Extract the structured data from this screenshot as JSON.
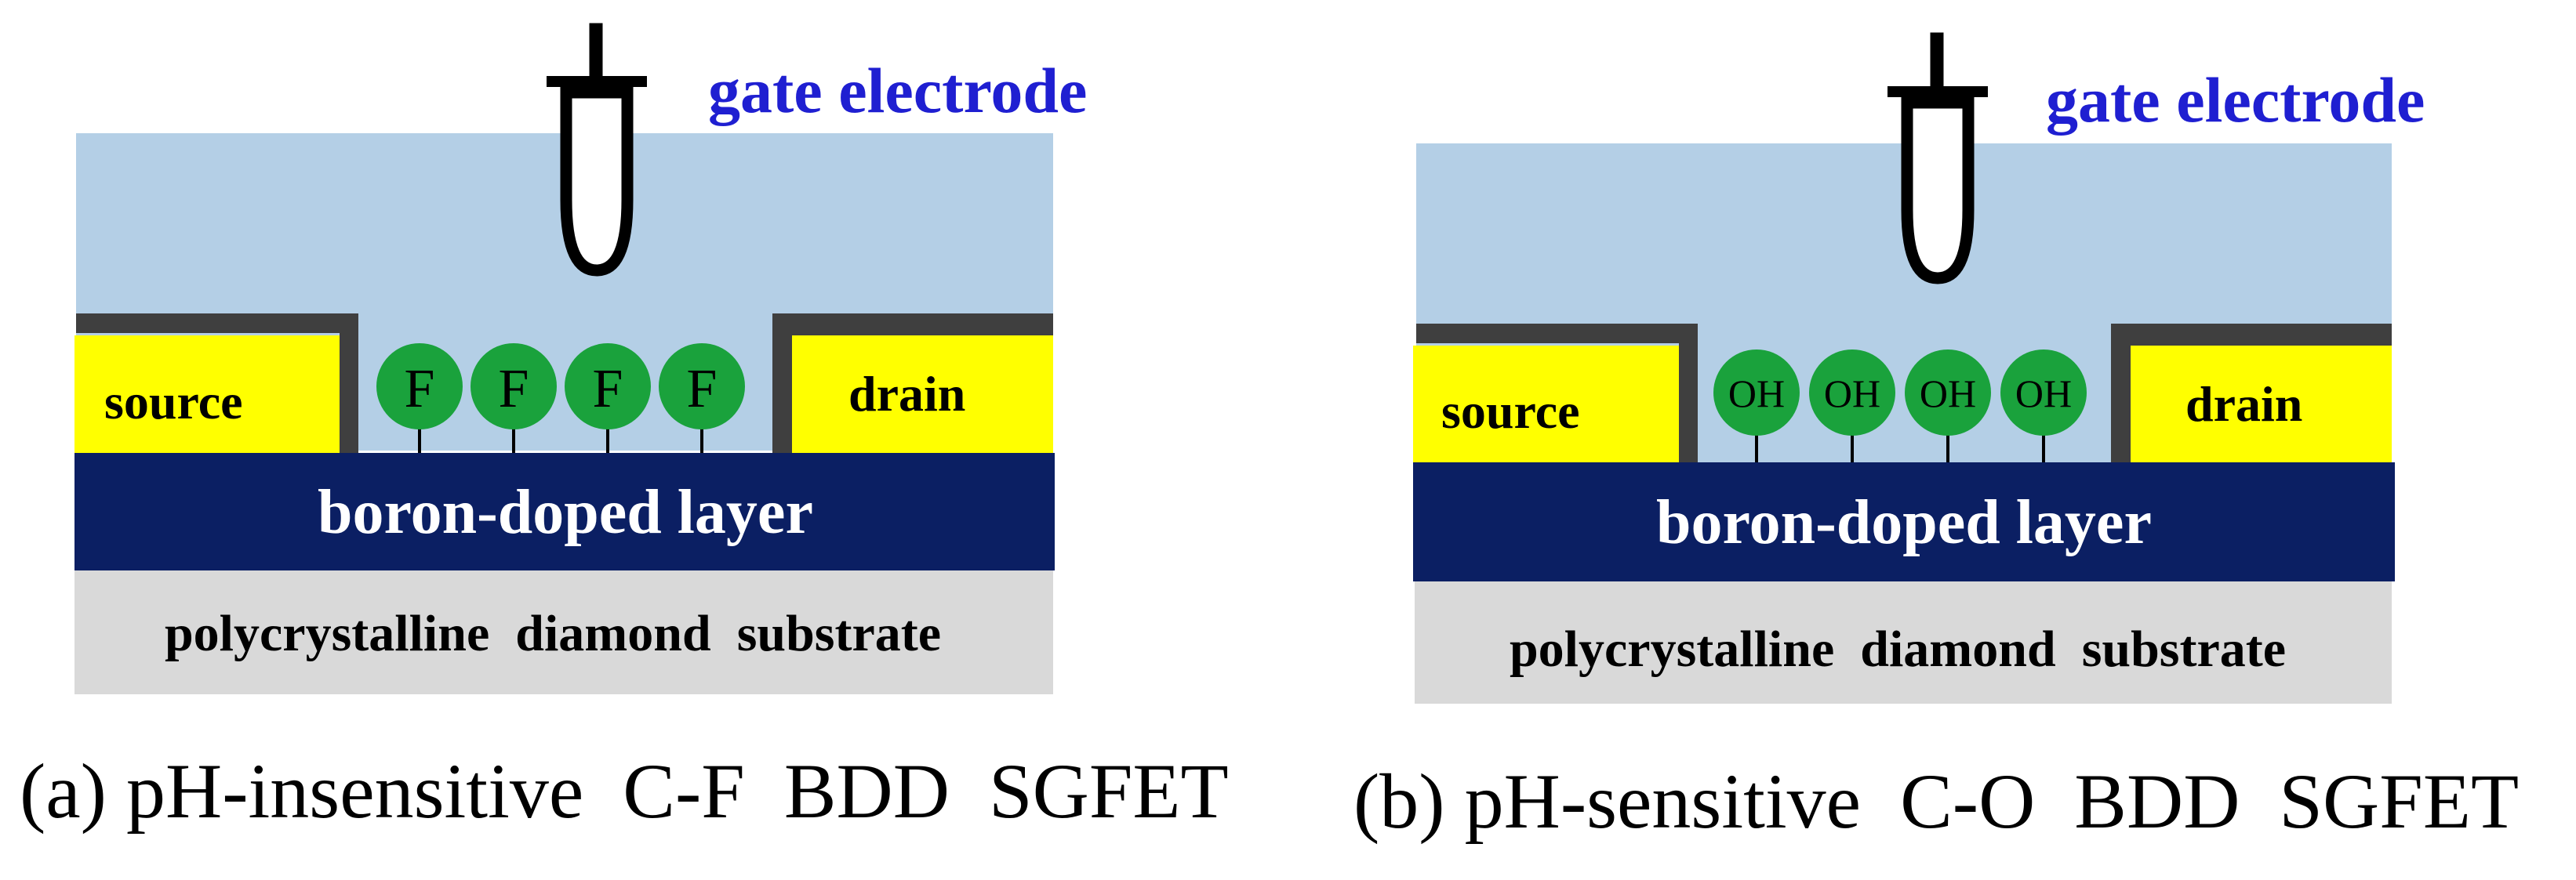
{
  "panels": [
    {
      "id": "a",
      "gate_label": "gate electrode",
      "source_label": "source",
      "drain_label": "drain",
      "terminal_label": "F",
      "terminal_count": 4,
      "layer_label": "boron-doped layer",
      "substrate_label": "polycrystalline  diamond  substrate",
      "caption": "(a) pH-insensitive  C-F  BDD  SGFET"
    },
    {
      "id": "b",
      "gate_label": "gate electrode",
      "source_label": "source",
      "drain_label": "drain",
      "terminal_label": "OH",
      "terminal_count": 4,
      "layer_label": "boron-doped layer",
      "substrate_label": "polycrystalline  diamond  substrate",
      "caption": "(b) pH-sensitive  C-O  BDD  SGFET"
    }
  ],
  "colors": {
    "electrolyte": "#b4cfe6",
    "boron_layer": "#0b1f63",
    "substrate": "#d9d9d9",
    "contact": "#ffff00",
    "passivation": "#3f3f3f",
    "terminal": "#1aa23c",
    "gate_label": "#1f1fd1"
  }
}
